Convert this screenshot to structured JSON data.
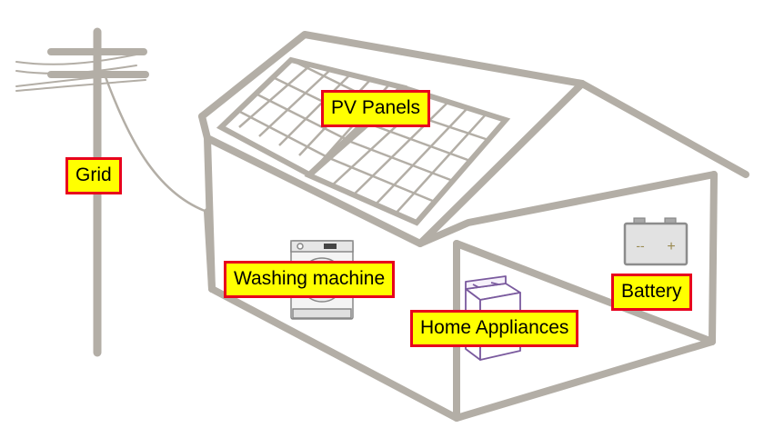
{
  "labels": {
    "grid": "Grid",
    "pv_panels": "PV Panels",
    "washing_machine": "Washing machine",
    "home_appliances": "Home Appliances",
    "battery": "Battery"
  },
  "battery_icon": {
    "minus": "--",
    "plus": "+"
  },
  "colors": {
    "structure": "#b3aea6",
    "label_fill": "#ffff00",
    "label_border": "#e8001c",
    "appliance_outline": "#7a5a9e"
  }
}
